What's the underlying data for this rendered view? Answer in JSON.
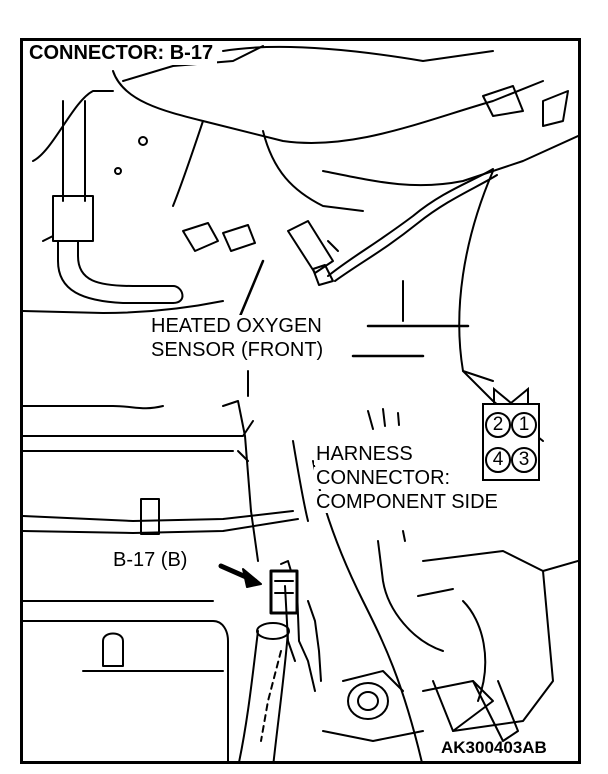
{
  "title": "CONNECTOR: B-17",
  "callouts": {
    "sensor_line1": "HEATED OXYGEN",
    "sensor_line2": "SENSOR (FRONT)",
    "harness_line1": "HARNESS",
    "harness_line2": "CONNECTOR:",
    "harness_line3": "COMPONENT SIDE",
    "connector_label": "B-17 (B)"
  },
  "connector_pins": [
    "2",
    "1",
    "4",
    "3"
  ],
  "figure_code": "AK300403AB"
}
